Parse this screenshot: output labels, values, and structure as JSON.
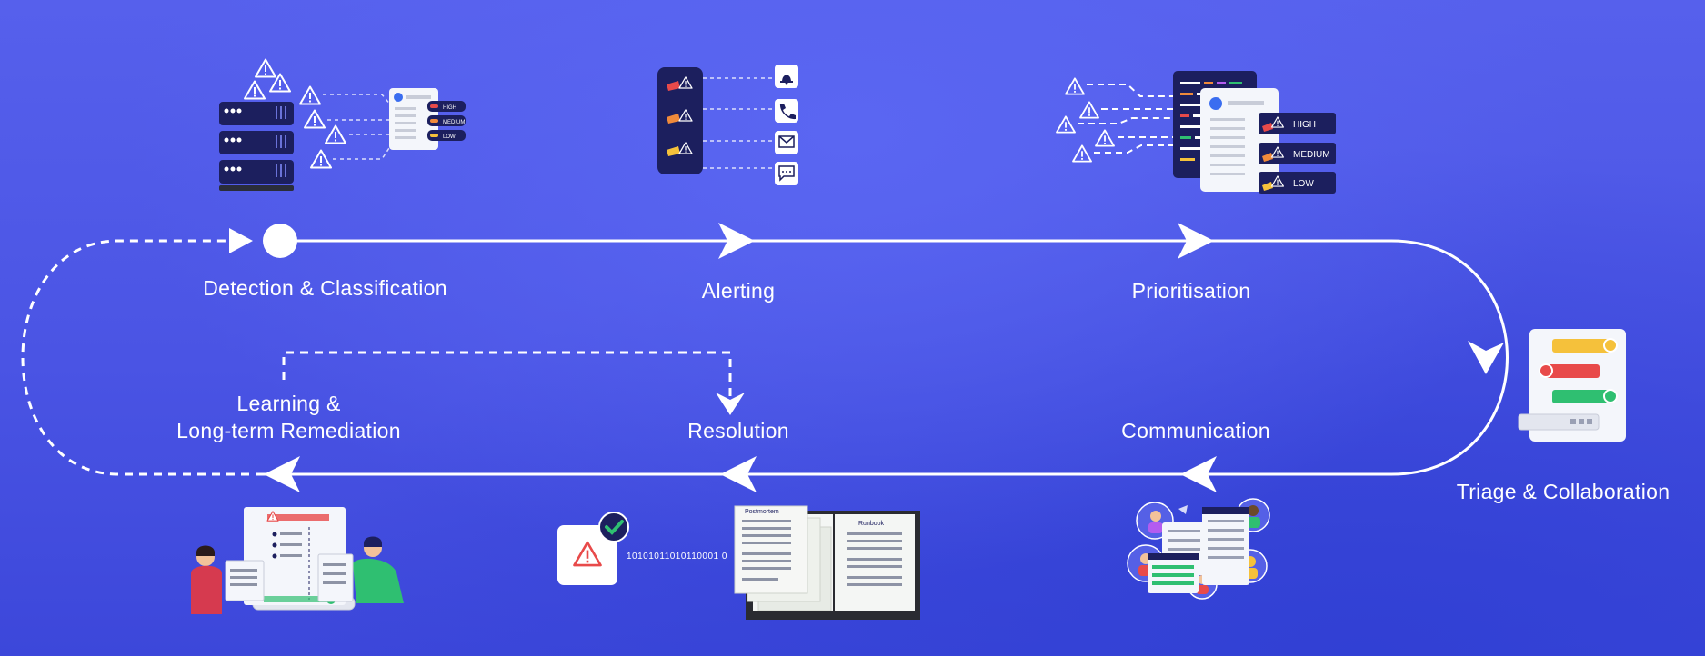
{
  "stages": {
    "detection": "Detection & Classification",
    "alerting": "Alerting",
    "prioritisation": "Prioritisation",
    "triage": "Triage & Collaboration",
    "communication": "Communication",
    "resolution": "Resolution",
    "learning_line1": "Learning &",
    "learning_line2": "Long-term Remediation"
  },
  "detection_tags": [
    "HIGH",
    "MEDIUM",
    "LOW"
  ],
  "priority_tags": [
    "HIGH",
    "MEDIUM",
    "LOW"
  ],
  "resolution": {
    "binary": "10101011010110001 0",
    "postmortem_title": "Postmortem",
    "runbook_title": "Runbook"
  },
  "colors": {
    "background": "#4b55e3",
    "path": "#ffffff",
    "panel_dark": "#1c1f5e",
    "alert_red": "#e84a4a",
    "alert_yellow": "#f5c13b",
    "ok_green": "#2fbf71"
  },
  "icons": [
    "server-stack-icon",
    "warning-icon",
    "bell-icon",
    "phone-icon",
    "mail-icon",
    "chat-icon",
    "document-icon",
    "checkmark-icon",
    "people-icon"
  ]
}
